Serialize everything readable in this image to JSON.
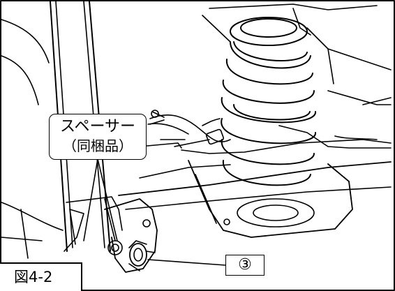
{
  "callout": {
    "line1": "スペーサー",
    "line2": "（同梱品）"
  },
  "reference": {
    "symbol": "③"
  },
  "figure_label": "図4-2"
}
